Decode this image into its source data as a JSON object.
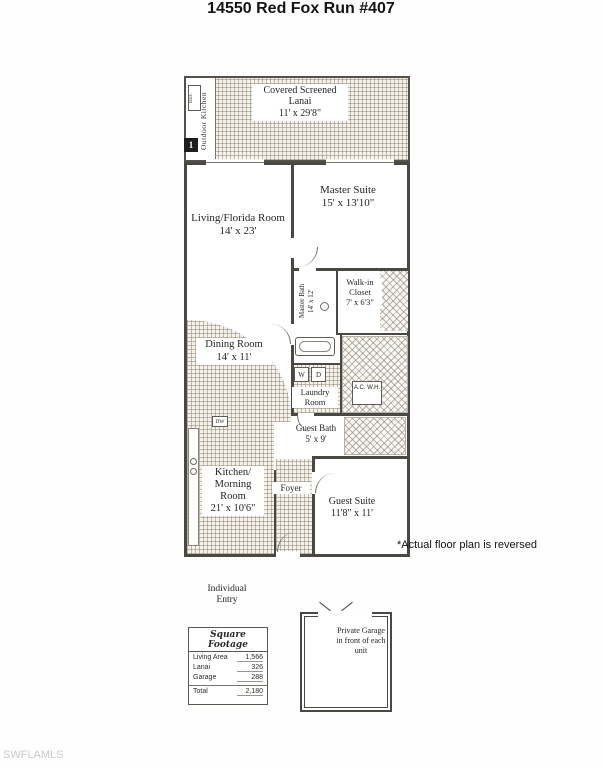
{
  "page": {
    "title": "14550 Red Fox Run #407",
    "watermark": "SWFLAMLS",
    "note": "*Actual floor plan is reversed",
    "entry_label": "Individual Entry"
  },
  "colors": {
    "wall": "#4a4842",
    "tile_hatch": "#928878",
    "watermark": "#c9c9c9"
  },
  "lanai": {
    "name": "Covered Screened Lanai",
    "dims": "11' x 29'8\"",
    "outdoor_kitchen": "Outdoor Kitchen",
    "ref": "REF.",
    "unit_badge": "1"
  },
  "rooms": {
    "living": {
      "name": "Living/Florida Room",
      "dims": "14' x 23'"
    },
    "master_suite": {
      "name": "Master Suite",
      "dims": "15' x 13'10\""
    },
    "walk_in_closet": {
      "name": "Walk-in Closet",
      "dims": "7' x 6'3\""
    },
    "master_bath": {
      "name": "Master Bath",
      "dims": "14' x 12'"
    },
    "dining": {
      "name": "Dining Room",
      "dims": "14' x 11'"
    },
    "laundry": {
      "name": "Laundry Room",
      "washer": "W",
      "dryer": "D"
    },
    "ac_wh": "A.C. W.H.",
    "guest_bath": {
      "name": "Guest Bath",
      "dims": "5' x 9'"
    },
    "kitchen": {
      "name": "Kitchen/ Morning Room",
      "dims": "21' x 10'6\""
    },
    "foyer": {
      "name": "Foyer"
    },
    "guest_suite": {
      "name": "Guest Suite",
      "dims": "11'8\" x 11'"
    },
    "dw": "DW"
  },
  "garage": {
    "label": "Private Garage in front of each unit"
  },
  "square_footage": {
    "header": "Square Footage",
    "rows": [
      {
        "label": "Living Area",
        "value": "1,566"
      },
      {
        "label": "Lanai",
        "value": "326"
      },
      {
        "label": "Garage",
        "value": "288"
      }
    ],
    "total": {
      "label": "Total",
      "value": "2,180"
    }
  }
}
